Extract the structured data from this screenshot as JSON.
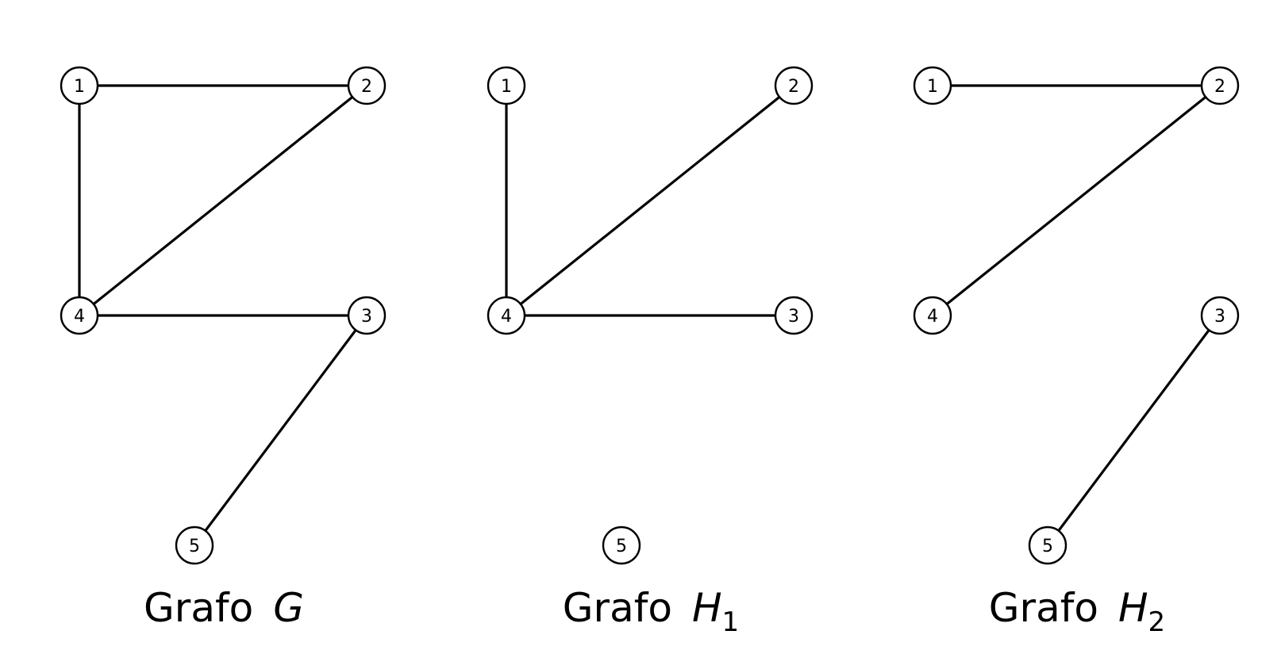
{
  "graphs": [
    {
      "caption": {
        "prefix": "Grafo",
        "symbol": "G",
        "subscript": ""
      },
      "nodes": [
        "1",
        "2",
        "3",
        "4",
        "5"
      ],
      "edges": [
        [
          "1",
          "2"
        ],
        [
          "1",
          "4"
        ],
        [
          "2",
          "4"
        ],
        [
          "4",
          "3"
        ],
        [
          "3",
          "5"
        ]
      ]
    },
    {
      "caption": {
        "prefix": "Grafo",
        "symbol": "H",
        "subscript": "1"
      },
      "nodes": [
        "1",
        "2",
        "3",
        "4",
        "5"
      ],
      "edges": [
        [
          "1",
          "4"
        ],
        [
          "2",
          "4"
        ],
        [
          "4",
          "3"
        ]
      ]
    },
    {
      "caption": {
        "prefix": "Grafo",
        "symbol": "H",
        "subscript": "2"
      },
      "nodes": [
        "1",
        "2",
        "3",
        "4",
        "5"
      ],
      "edges": [
        [
          "1",
          "2"
        ],
        [
          "2",
          "4"
        ],
        [
          "3",
          "5"
        ]
      ]
    }
  ]
}
